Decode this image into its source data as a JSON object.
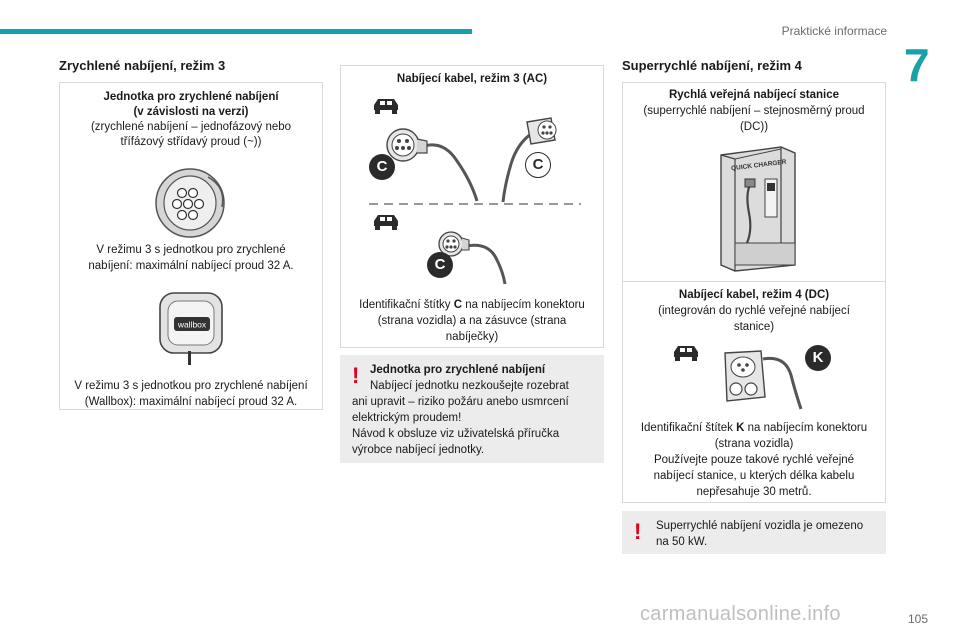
{
  "header": {
    "title": "Praktické informace",
    "chapter": "7"
  },
  "page_number": "105",
  "watermark": "carmanualsonline.info",
  "col1": {
    "title": "Zrychlené nabíjení, režim 3",
    "block1": {
      "line1": "Jednotka pro zrychlené nabíjení",
      "line2": "(v závislosti na verzi)",
      "line3": "(zrychlené nabíjení – jednofázový nebo",
      "line4": "třífázový střídavý proud (~))",
      "caption1": "V režimu 3 s jednotkou pro zrychlené",
      "caption2": "nabíjení: maximální nabíjecí proud 32 A."
    },
    "block2": {
      "logo": "wallbox",
      "caption1": "V režimu 3 s jednotkou pro zrychlené nabíjení",
      "caption2": "(Wallbox): maximální nabíjecí proud 32 A."
    }
  },
  "col2": {
    "box": {
      "title": "Nabíjecí kabel, režim 3 (AC)",
      "label": "C",
      "caption1_pre": "Identifikační štítky ",
      "caption1_bold": "C",
      "caption1_post": " na nabíjecím konektoru",
      "caption2": "(strana vozidla) a na zásuvce (strana",
      "caption3": "nabíječky)"
    },
    "warning": {
      "title": "Jednotka pro zrychlené nabíjení",
      "line1": "Nabíjecí jednotku nezkoušejte rozebrat",
      "line2": "ani upravit – riziko požáru anebo usmrcení",
      "line3": "elektrickým proudem!",
      "line4": "Návod k obsluze viz uživatelská příručka",
      "line5": "výrobce nabíjecí jednotky."
    }
  },
  "col3": {
    "title": "Superrychlé nabíjení, režim 4",
    "block1": {
      "line1": "Rychlá veřejná nabíjecí stanice",
      "line2": "(superrychlé nabíjení – stejnosměrný proud",
      "line3": "(DC))",
      "station_label": "QUICK CHARGER"
    },
    "block2": {
      "line1": "Nabíjecí kabel, režim 4 (DC)",
      "line2": "(integrován do rychlé veřejné nabíjecí",
      "line3": "stanice)",
      "label": "K",
      "caption1_pre": "Identifikační štítek ",
      "caption1_bold": "K",
      "caption1_post": " na nabíjecím konektoru",
      "caption2": "(strana vozidla)",
      "caption3": "Používejte pouze takové rychlé veřejné",
      "caption4": "nabíjecí stanice, u kterých délka kabelu",
      "caption5": "nepřesahuje 30 metrů."
    },
    "warning": {
      "line1": "Superrychlé nabíjení vozidla je omezeno",
      "line2": "na 50 kW."
    }
  }
}
